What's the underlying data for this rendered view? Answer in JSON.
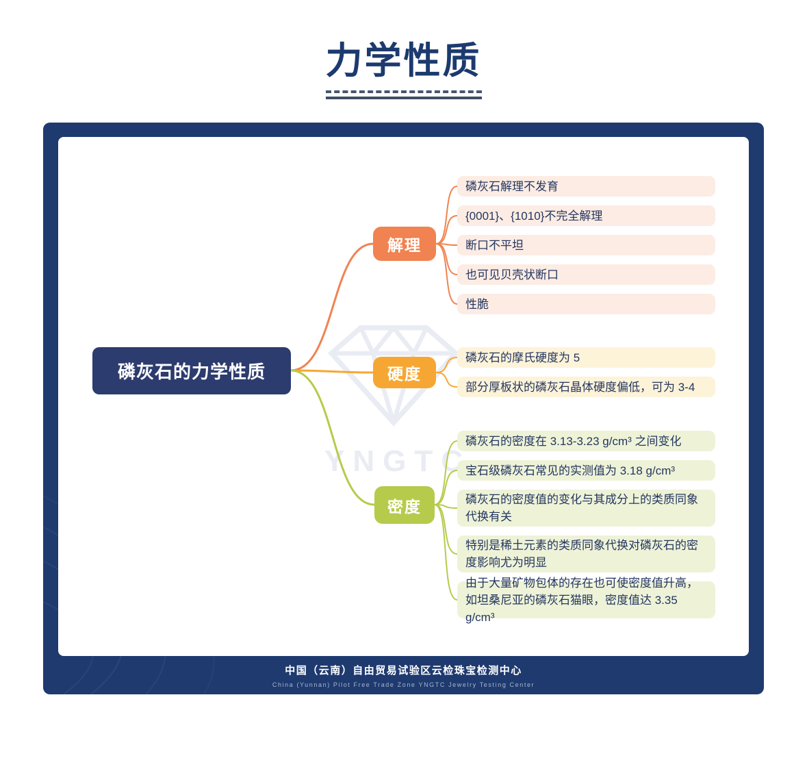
{
  "page": {
    "title": "力学性质"
  },
  "colors": {
    "title_navy": "#1c3a6e",
    "frame_navy": "#1e3a6f",
    "root_navy": "#2c3c6e",
    "cleavage_orange": "#f08351",
    "hardness_amber": "#f6a733",
    "density_green": "#b6cb4b",
    "cleavage_leaf_bg": "#fcece4",
    "hardness_leaf_bg": "#fdf3d9",
    "density_leaf_bg": "#eef3d8"
  },
  "mindmap": {
    "root": "磷灰石的力学性质",
    "branches": [
      {
        "label": "解理",
        "color": "#f08351",
        "leaf_bg": "#fcece4",
        "items": [
          "磷灰石解理不发育",
          "{0001}、{1010}不完全解理",
          "断口不平坦",
          "也可见贝壳状断口",
          "性脆"
        ]
      },
      {
        "label": "硬度",
        "color": "#f6a733",
        "leaf_bg": "#fdf3d9",
        "items": [
          "磷灰石的摩氏硬度为 5",
          "部分厚板状的磷灰石晶体硬度偏低，可为 3-4"
        ]
      },
      {
        "label": "密度",
        "color": "#b6cb4b",
        "leaf_bg": "#eef3d8",
        "items": [
          "磷灰石的密度在 3.13-3.23 g/cm³ 之间变化",
          "宝石级磷灰石常见的实测值为 3.18 g/cm³",
          "磷灰石的密度值的变化与其成分上的类质同象代换有关",
          "特别是稀土元素的类质同象代换对磷灰石的密度影响尤为明显",
          "由于大量矿物包体的存在也可使密度值升高，如坦桑尼亚的磷灰石猫眼，密度值达 3.35 g/cm³"
        ]
      }
    ]
  },
  "watermark": {
    "text": "YNGTC"
  },
  "footer": {
    "line1": "中国（云南）自由贸易试验区云检珠宝检测中心",
    "line2": "China (Yunnan) Pilot Free Trade Zone  YNGTC Jewelry Testing Center"
  }
}
